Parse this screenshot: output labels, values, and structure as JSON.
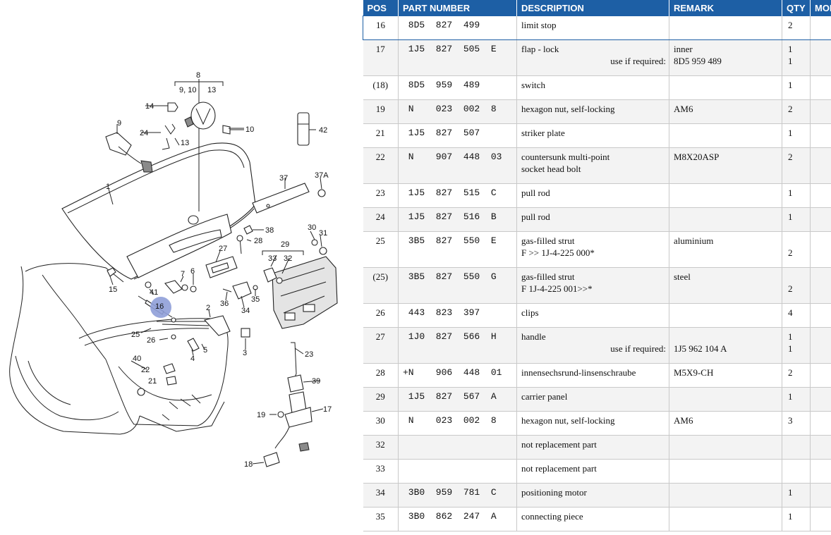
{
  "diagram": {
    "labels": [
      "8",
      "9, 10",
      "13",
      "14",
      "9",
      "10",
      "42",
      "24",
      "13",
      "1",
      "37",
      "37A",
      "38",
      "28",
      "27",
      "30",
      "31",
      "29",
      "33",
      "32",
      "7",
      "6",
      "15",
      "41",
      "16",
      "36",
      "35",
      "34",
      "2",
      "25",
      "26",
      "4",
      "5",
      "3",
      "40",
      "22",
      "21",
      "23",
      "39",
      "17",
      "19",
      "18"
    ],
    "highlight": "16",
    "highlight_color": "#8f9fd8"
  },
  "table": {
    "columns": [
      "POS",
      "PART NUMBER",
      "DESCRIPTION",
      "REMARK",
      "QTY",
      "MOD"
    ],
    "header_color": "#1d5fa5",
    "rows": [
      {
        "pos": "16",
        "pn": " 8D5  827  499",
        "desc": [
          "limit stop"
        ],
        "remark": [
          ""
        ],
        "qty": [
          "2"
        ],
        "selected": true
      },
      {
        "pos": "17",
        "pn": " 1J5  827  505  E",
        "desc": [
          "flap - lock"
        ],
        "indent": "use if required:",
        "remark": [
          "inner",
          "8D5 959 489"
        ],
        "qty": [
          "1",
          "1"
        ]
      },
      {
        "pos": "(18)",
        "pn": " 8D5  959  489",
        "desc": [
          "switch"
        ],
        "remark": [
          ""
        ],
        "qty": [
          "1"
        ]
      },
      {
        "pos": "19",
        "pn": " N    023  002  8",
        "desc": [
          "hexagon nut, self-locking"
        ],
        "remark": [
          "AM6"
        ],
        "qty": [
          "2"
        ]
      },
      {
        "pos": "21",
        "pn": " 1J5  827  507",
        "desc": [
          "striker plate"
        ],
        "remark": [
          ""
        ],
        "qty": [
          "1"
        ]
      },
      {
        "pos": "22",
        "pn": " N    907  448  03",
        "desc": [
          "countersunk multi-point",
          "socket head bolt"
        ],
        "remark": [
          "M8X20ASP"
        ],
        "qty": [
          "2"
        ]
      },
      {
        "pos": "23",
        "pn": " 1J5  827  515  C",
        "desc": [
          "pull rod"
        ],
        "remark": [
          ""
        ],
        "qty": [
          "1"
        ]
      },
      {
        "pos": "24",
        "pn": " 1J5  827  516  B",
        "desc": [
          "pull rod"
        ],
        "remark": [
          ""
        ],
        "qty": [
          "1"
        ]
      },
      {
        "pos": "25",
        "pn": " 3B5  827  550  E",
        "desc": [
          "gas-filled strut",
          "F            >> 1J-4-225 000*"
        ],
        "remark": [
          "aluminium"
        ],
        "qty": [
          "",
          "2"
        ]
      },
      {
        "pos": "(25)",
        "pn": " 3B5  827  550  G",
        "desc": [
          "gas-filled strut",
          "F 1J-4-225 001>>*"
        ],
        "remark": [
          "steel"
        ],
        "qty": [
          "",
          "2"
        ]
      },
      {
        "pos": "26",
        "pn": " 443  823  397",
        "desc": [
          "clips"
        ],
        "remark": [
          ""
        ],
        "qty": [
          "4"
        ]
      },
      {
        "pos": "27",
        "pn": " 1J0  827  566  H",
        "desc": [
          "handle"
        ],
        "indent": "use if required:",
        "remark": [
          "",
          "1J5 962 104 A"
        ],
        "qty": [
          "1",
          "1"
        ]
      },
      {
        "pos": "28",
        "pn": "+N    906  448  01",
        "desc": [
          "innensechsrund-linsenschraube"
        ],
        "remark": [
          "M5X9-CH"
        ],
        "qty": [
          "2"
        ]
      },
      {
        "pos": "29",
        "pn": " 1J5  827  567  A",
        "desc": [
          "carrier panel"
        ],
        "remark": [
          ""
        ],
        "qty": [
          "1"
        ]
      },
      {
        "pos": "30",
        "pn": " N    023  002  8",
        "desc": [
          "hexagon nut, self-locking"
        ],
        "remark": [
          "AM6"
        ],
        "qty": [
          "3"
        ]
      },
      {
        "pos": "32",
        "pn": "",
        "desc": [
          "not replacement part"
        ],
        "remark": [
          ""
        ],
        "qty": [
          ""
        ]
      },
      {
        "pos": "33",
        "pn": "",
        "desc": [
          "not replacement part"
        ],
        "remark": [
          ""
        ],
        "qty": [
          ""
        ]
      },
      {
        "pos": "34",
        "pn": " 3B0  959  781  C",
        "desc": [
          "positioning motor"
        ],
        "remark": [
          ""
        ],
        "qty": [
          "1"
        ]
      },
      {
        "pos": "35",
        "pn": " 3B0  862  247  A",
        "desc": [
          "connecting piece"
        ],
        "remark": [
          ""
        ],
        "qty": [
          "1"
        ]
      }
    ]
  }
}
